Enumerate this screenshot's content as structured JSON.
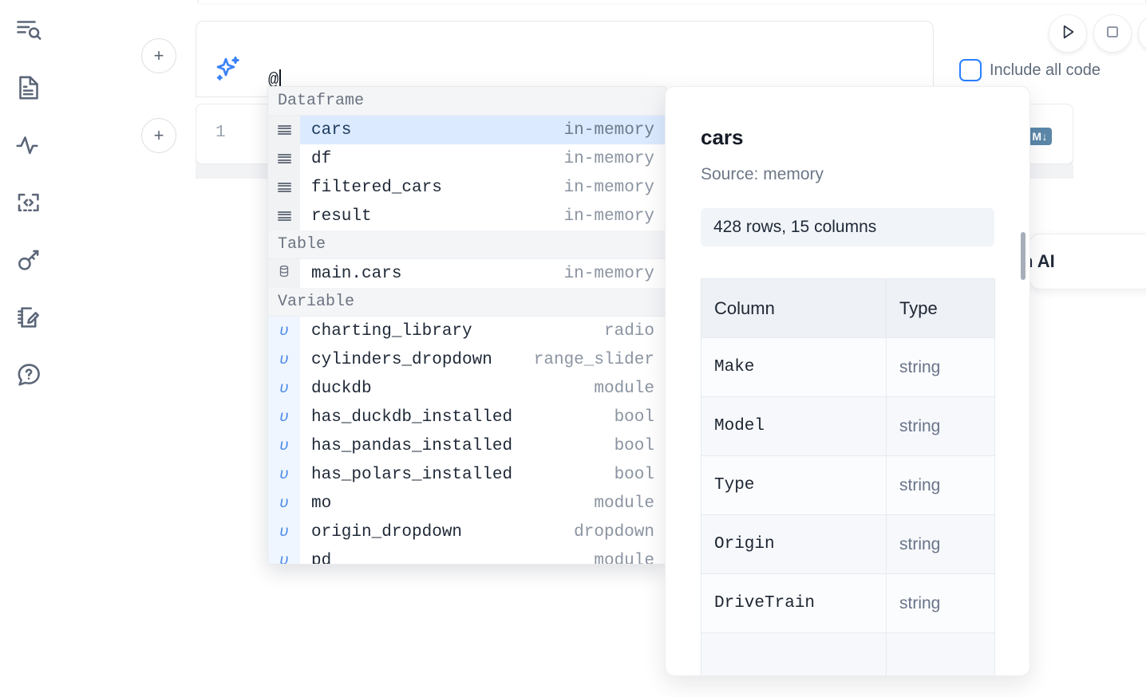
{
  "sidebar": {
    "items": [
      {
        "name": "explore-icon",
        "label": "Explore"
      },
      {
        "name": "file-text-icon",
        "label": "Files"
      },
      {
        "name": "activity-icon",
        "label": "Activity"
      },
      {
        "name": "code-brackets-icon",
        "label": "Snippets"
      },
      {
        "name": "key-icon",
        "label": "Secrets"
      },
      {
        "name": "notebook-edit-icon",
        "label": "Scratchpad"
      },
      {
        "name": "help-chat-icon",
        "label": "Help"
      }
    ]
  },
  "ai_prompt": {
    "sparkle_icon": "sparkles-icon",
    "value": "@",
    "add_cell_label": "+",
    "include_all_code_label": "Include all code",
    "include_all_code_checked": false
  },
  "toolbar": {
    "run_icon": "play-icon",
    "stop_icon": "stop-square-icon",
    "more_icon": "more-circle-icon"
  },
  "cell": {
    "line_number": "1",
    "database_icon": "database-icon",
    "markdown_badge": "M↓"
  },
  "ai_pill": {
    "label": "h AI"
  },
  "autocomplete": {
    "groups": [
      {
        "title": "Dataframe",
        "glyph": "list-lines-icon",
        "kind": "dataframe",
        "items": [
          {
            "name": "cars",
            "type": "in-memory",
            "selected": true
          },
          {
            "name": "df",
            "type": "in-memory",
            "selected": false
          },
          {
            "name": "filtered_cars",
            "type": "in-memory",
            "selected": false
          },
          {
            "name": "result",
            "type": "in-memory",
            "selected": false
          }
        ]
      },
      {
        "title": "Table",
        "glyph": "database-icon",
        "kind": "table",
        "items": [
          {
            "name": "main.cars",
            "type": "in-memory",
            "selected": false
          }
        ]
      },
      {
        "title": "Variable",
        "glyph": "upsilon-icon",
        "kind": "variable",
        "items": [
          {
            "name": "charting_library",
            "type": "radio",
            "selected": false
          },
          {
            "name": "cylinders_dropdown",
            "type": "range_slider",
            "selected": false
          },
          {
            "name": "duckdb",
            "type": "module",
            "selected": false
          },
          {
            "name": "has_duckdb_installed",
            "type": "bool",
            "selected": false
          },
          {
            "name": "has_pandas_installed",
            "type": "bool",
            "selected": false
          },
          {
            "name": "has_polars_installed",
            "type": "bool",
            "selected": false
          },
          {
            "name": "mo",
            "type": "module",
            "selected": false
          },
          {
            "name": "origin_dropdown",
            "type": "dropdown",
            "selected": false
          },
          {
            "name": "pd",
            "type": "module",
            "selected": false
          }
        ]
      }
    ]
  },
  "detail": {
    "title": "cars",
    "source": "Source: memory",
    "shape": "428 rows, 15 columns",
    "columns_header": "Column",
    "type_header": "Type",
    "rows": [
      {
        "column": "Make",
        "type": "string"
      },
      {
        "column": "Model",
        "type": "string"
      },
      {
        "column": "Type",
        "type": "string"
      },
      {
        "column": "Origin",
        "type": "string"
      },
      {
        "column": "DriveTrain",
        "type": "string"
      },
      {
        "column": "",
        "type": ""
      }
    ]
  },
  "colors": {
    "accent_blue": "#2b7fff",
    "selected_row": "#dbeafe",
    "variable_gutter": "#eff6ff",
    "group_header_bg": "#f4f5f7",
    "icon_gray": "#5b6678",
    "badge_blue_gray": "#5b87a8"
  }
}
